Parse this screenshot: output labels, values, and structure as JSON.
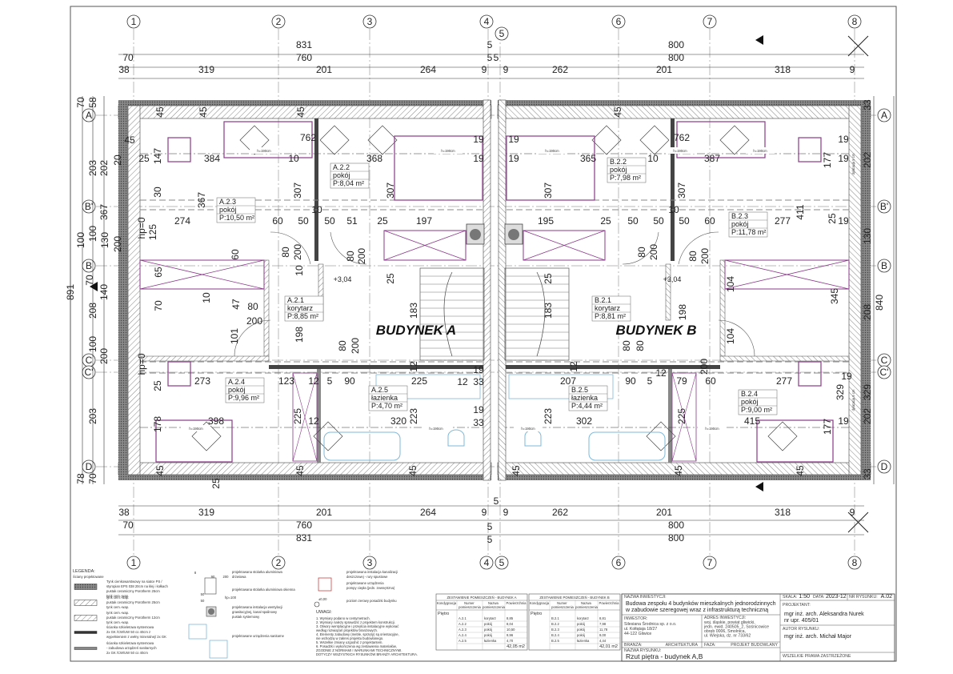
{
  "grid": {
    "cols": [
      "1",
      "2",
      "3",
      "4",
      "5",
      "6",
      "7",
      "8"
    ],
    "rows": [
      "A",
      "B'",
      "B",
      "C",
      "C'",
      "D"
    ]
  },
  "dims": {
    "top": {
      "l1": [
        "831",
        "800"
      ],
      "l2": [
        "70",
        "760",
        "800"
      ],
      "l3": [
        "38",
        "319",
        "201",
        "264",
        "9",
        "9",
        "262",
        "201",
        "318",
        "9"
      ],
      "fives": [
        "5",
        "5",
        "5"
      ]
    },
    "bottom": {
      "l1": [
        "38",
        "319",
        "201",
        "264",
        "9",
        "9",
        "262",
        "201",
        "318",
        "9"
      ],
      "l2": [
        "70",
        "760",
        "800"
      ],
      "l3": [
        "831",
        "800"
      ],
      "fives": [
        "5",
        "5",
        "5"
      ]
    },
    "left": [
      "70",
      "58",
      "203",
      "202",
      "20",
      "367",
      "100",
      "130",
      "100",
      "200",
      "891",
      "208",
      "140",
      "70",
      "100",
      "200",
      "203",
      "70",
      "78"
    ],
    "right": [
      "33",
      "202",
      "130",
      "208",
      "840",
      "329",
      "202",
      "33"
    ],
    "interior": [
      "762",
      "384",
      "368",
      "147",
      "25",
      "45",
      "307",
      "307",
      "10",
      "19",
      "19",
      "30",
      "367",
      "274",
      "60",
      "50",
      "50",
      "51",
      "25",
      "197",
      "10",
      "125",
      "60",
      "80",
      "200",
      "80",
      "200",
      "65",
      "10",
      "70",
      "47",
      "80",
      "200",
      "101",
      "198",
      "10",
      "80",
      "200",
      "25",
      "183",
      "12",
      "273",
      "25",
      "123",
      "12",
      "5",
      "90",
      "225",
      "19",
      "33",
      "12",
      "398",
      "178",
      "225",
      "12",
      "320",
      "223",
      "19",
      "33",
      "45",
      "45",
      "45",
      "25",
      "45",
      "45",
      "45",
      "762",
      "365",
      "387",
      "307",
      "307",
      "10",
      "19",
      "19",
      "177",
      "19",
      "19",
      "195",
      "25",
      "50",
      "50",
      "50",
      "60",
      "277",
      "411",
      "25",
      "19",
      "10",
      "80",
      "200",
      "80",
      "200",
      "104",
      "345",
      "104",
      "198",
      "80",
      "80",
      "200",
      "25",
      "183",
      "12",
      "207",
      "90",
      "5",
      "12",
      "79",
      "60",
      "277",
      "329",
      "19",
      "302",
      "223",
      "225",
      "415",
      "177",
      "19",
      "45",
      "45",
      "45",
      "45"
    ]
  },
  "rooms": [
    {
      "id": "A.2.1",
      "name": "korytarz",
      "area": "P:8,85 m²"
    },
    {
      "id": "A.2.2",
      "name": "pokój",
      "area": "P:8,04 m²"
    },
    {
      "id": "A.2.3",
      "name": "pokój",
      "area": "P:10,50 m²"
    },
    {
      "id": "A.2.4",
      "name": "pokój",
      "area": "P:9,96 m²"
    },
    {
      "id": "A.2.5",
      "name": "łazienka",
      "area": "P:4,70 m²"
    },
    {
      "id": "B.2.1",
      "name": "korytarz",
      "area": "P:8,81 m²"
    },
    {
      "id": "B.2.2",
      "name": "pokój",
      "area": "P:7,98 m²"
    },
    {
      "id": "B.2.3",
      "name": "pokój",
      "area": "P:11,78 m²"
    },
    {
      "id": "B.2.4",
      "name": "pokój",
      "area": "P:9,00 m²"
    },
    {
      "id": "B.2.5",
      "name": "łazienka",
      "area": "P:4,44 m²"
    }
  ],
  "buildings": [
    "BUDYNEK A",
    "BUDYNEK B"
  ],
  "levels": [
    "+3,04",
    "+3,04"
  ],
  "annotations": {
    "h": "h=190cm",
    "hp": "hp=0",
    "dylatacja": "dylatacja 5 cm"
  },
  "legend": {
    "title": "LEGENDA:",
    "subtitle": "Ściany projektowane",
    "walls": [
      [
        "Tynk cienkowarstwowy na siatce PS /",
        "styropian EPS 038 20cm na klej i kołkach",
        "pustak ceramiczny Porotherm 25cm",
        "tynk cem.-wap."
      ],
      [
        "tynk cem.-wap.",
        "pustak ceramiczny Porotherm 25cm",
        "tynk cem.-wap."
      ],
      [
        "tynk cem.-wap.",
        "pustak ceramiczny Porotherm 12cm",
        "tynk cem.-wap."
      ],
      [
        "ścianka szkieletowa systemowa",
        "2x GK /CW/UW 50 co 40cm z",
        "wypełnieniem z wełny mineralnej/ 2x GK"
      ],
      [
        "ścianka szkieletowa systemowa",
        "- zabudowa urządzeń sanitarnych",
        "2x GK /CW/UW 50 co 40cm"
      ]
    ],
    "symbol_dims": [
      "8",
      "90",
      "200",
      "50",
      "50",
      "hp=100"
    ],
    "symbols": [
      [
        "projektowana stolarka aluminiowa",
        "drzwiowa"
      ],
      [
        "projektowana stolarka aluminiowa okienna"
      ],
      [
        "projektowana instalacja wentylacji",
        "grawitacyjnej, kanał spalinowy",
        "pustak systemowy"
      ],
      [
        "projektowane urządzenia sanitarne"
      ],
      [
        "projektowana instalacja kanalizacji",
        "deszczowej - rury spustowe"
      ],
      [
        "projektowane urządzenia",
        "pompy ciepła (jedn. zewnętrzna)"
      ],
      [
        "poziom zerowy posadzki budynku"
      ]
    ],
    "zero": "±0,00"
  },
  "notes": {
    "title": "UWAGI:",
    "items": [
      "1. Wymiary podano w centymetrach.",
      "2. Wymiary należy sprawdzić z projektem konstrukcji.",
      "3. Otwory wentylacyjne i przejścia instalacyjne wykonać",
      "według rozwiązań projektów branżowych.",
      "4. Elementy zabudowy (meble, sprzęty) są orientacyjne,",
      "nie wchodzą w zakres projektu budowlanego.",
      "5. Wszelkie zmiany uzgodnić z projektantem.",
      "6. Posadzki i wykończenia wg zestawienia materiałów,",
      "ZGODNIE Z NORMAMI I WARUNKAMI TECHNICZNYMI.",
      "DOTYCZY WSZYSTKICH RYSUNKÓW BRANŻY ARCHITEKTURA."
    ]
  },
  "tables": [
    {
      "title": "ZESTAWIENIE POMIESZCZEŃ - BUDYNEK A",
      "headers": [
        "Kondygnacja",
        "Numer pomieszczenia",
        "Nazwa pomieszczenia",
        "Powierzchnia"
      ],
      "floor": "Piętro",
      "rows": [
        [
          "A.2.1",
          "korytarz",
          "8,85"
        ],
        [
          "A.2.2",
          "pokój",
          "8,04"
        ],
        [
          "A.2.3",
          "pokój",
          "10,50"
        ],
        [
          "A.2.4",
          "pokój",
          "9,96"
        ],
        [
          "A.2.5",
          "łazienka",
          "4,70"
        ]
      ],
      "total": "42,05 m2"
    },
    {
      "title": "ZESTAWIENIE POMIESZCZEŃ - BUDYNEK B",
      "headers": [
        "Kondygnacja",
        "Numer pomieszczenia",
        "Nazwa pomieszczenia",
        "Powierzchnia"
      ],
      "floor": "Piętro",
      "rows": [
        [
          "B.2.1",
          "korytarz",
          "8,81"
        ],
        [
          "B.2.2",
          "pokój",
          "7,98"
        ],
        [
          "B.2.3",
          "pokój",
          "11,78"
        ],
        [
          "B.2.4",
          "pokój",
          "9,00"
        ],
        [
          "B.2.5",
          "łazienka",
          "4,44"
        ]
      ],
      "total": "42,01 m2"
    }
  ],
  "titleblock": {
    "investment_label": "NAZWA INWESTYCJI:",
    "investment": [
      "Budowa zespołu 4 budynków mieszkalnych jednorodzinnych",
      "w zabudowie szeregowej wraz z infrastrukturą techniczną"
    ],
    "investor_label": "INWESTOR:",
    "investor": [
      "Silesiana Środnica sp. z o.o.",
      "ul. Kołłątaja 18/27",
      "44-122 Gliwice"
    ],
    "address_label": "ADRES INWESTYCJI:",
    "address": [
      "woj. śląskie, powiat gliwicki,",
      "jedn. ewid. 240505_2, Sośnicowice",
      "obręb 0006, Smolnica,",
      "ul. Wiejska, dz. nr 733/62"
    ],
    "branch_label": "BRANŻA:",
    "branch": "ARCHITEKTURA",
    "phase_label": "FAZA:",
    "phase": "PROJEKT BUDOWLANY",
    "drawing_label": "NAZWA RYSUNKU:",
    "drawing": "Rzut piętra - budynek A,B",
    "scale_label": "SKALA:",
    "scale": "1:50",
    "date_label": "DATA:",
    "date": "2023-12",
    "number_label": "NR RYSUNKU:",
    "number": "A.02",
    "designer_label": "PROJEKTANT:",
    "designer": "mgr inż. arch. Aleksandra Nurek",
    "designer_license": "nr upr. 405/01",
    "author_label": "AUTOR RYSUNKU:",
    "author": "mgr inż. arch. Michał Major",
    "rights": "WSZELKIE PRAWA ZASTRZEŻONE"
  },
  "colors": {
    "furniture": "#8a3a8a",
    "sanitary": "#7fb8d8",
    "wall": "#555555",
    "line": "#222222"
  }
}
